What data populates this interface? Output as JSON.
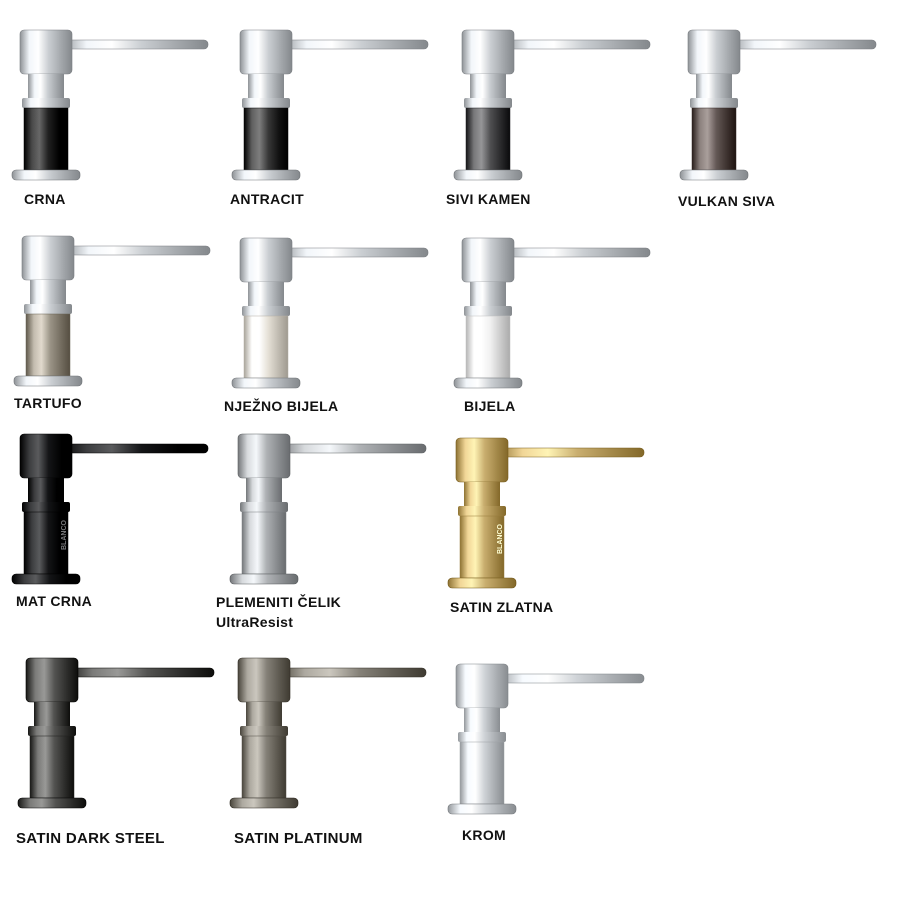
{
  "colors": {
    "chrome": "#d4d8dc",
    "label": "#111111"
  },
  "finishes": [
    {
      "name": "CRNA",
      "body": "#2b2b2b",
      "variant": "chrome-with-sleeve"
    },
    {
      "name": "ANTRACIT",
      "body": "#424242",
      "variant": "chrome-with-sleeve"
    },
    {
      "name": "SIVI KAMEN",
      "body": "#5a5a5c",
      "variant": "chrome-with-sleeve"
    },
    {
      "name": "VULKAN SIVA",
      "body": "#6e6360",
      "variant": "chrome-with-sleeve"
    },
    {
      "name": "TARTUFO",
      "body": "#a59e91",
      "variant": "chrome-with-sleeve"
    },
    {
      "name": "NJEŽNO BIJELA",
      "body": "#efeae0",
      "variant": "chrome-with-sleeve"
    },
    {
      "name": "BIJELA",
      "body": "#fbfbfb",
      "variant": "chrome-with-sleeve"
    },
    {
      "name": "MAT CRNA",
      "body": "#1e1f21",
      "variant": "solid",
      "brand": "BLANCO"
    },
    {
      "name": "PLEMENITI ČELIK",
      "name2": "UltraResist",
      "body": "#b9bcbf",
      "variant": "solid"
    },
    {
      "name": "SATIN ZLATNA",
      "body": "#d3b879",
      "variant": "solid",
      "brand": "BLANCO"
    },
    {
      "name": "SATIN DARK STEEL",
      "body": "#5d5d5b",
      "variant": "solid"
    },
    {
      "name": "SATIN PLATINUM",
      "body": "#8f8b82",
      "variant": "solid"
    },
    {
      "name": "KROM",
      "body": "#d9dde1",
      "variant": "solid"
    }
  ]
}
